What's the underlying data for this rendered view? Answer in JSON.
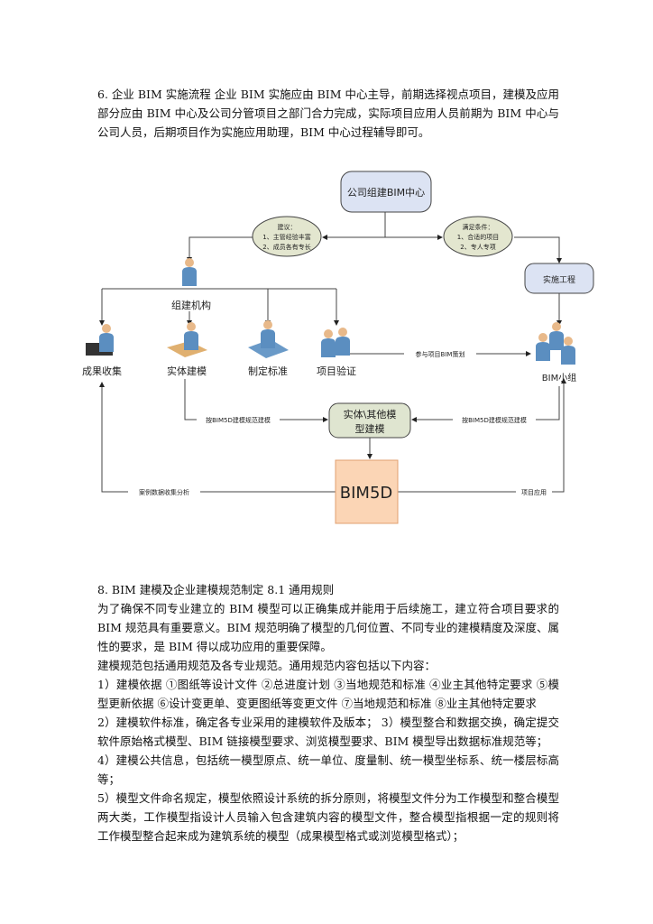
{
  "intro": {
    "text": "6. 企业 BIM 实施流程   企业 BIM 实施应由 BIM 中心主导，前期选择视点项目，建模及应用部分应由 BIM 中心及公司分管项目之部门合力完成，实际项目应用人员前期为 BIM 中心与公司人员，后期项目作为实施应用助理，BIM 中心过程辅导即可。"
  },
  "diagram": {
    "top_box": "公司组建BIM中心",
    "left_ellipse": [
      "建议：",
      "1、主管经验丰富",
      "2、成员各有专长"
    ],
    "right_ellipse": [
      "满足条件：",
      "1、合适的项目",
      "2、专人专项"
    ],
    "impl_box": "实施工程",
    "org_label": "组建机构",
    "nodes": [
      "成果收集",
      "实体建模",
      "制定标准",
      "项目验证"
    ],
    "bim_team": "BIM小组",
    "edge_planning": "参与项目BIM策划",
    "model_box": [
      "实体\\其他模",
      "型建模"
    ],
    "edge_left_model": "按BIM5D建模规范建模",
    "edge_right_model": "按BIM5D建模规范建模",
    "bim5d_box": "BIM5D",
    "edge_case": "案例数据收集分析",
    "edge_apply": "项目应用",
    "colors": {
      "top_box": "#dce3f3",
      "ellipse": "#e3e6cf",
      "model_box": "#dfe5d0",
      "bim5d_box": "#fbd5b5",
      "person": "#5b8ec0"
    }
  },
  "section8": {
    "lines": [
      "8. BIM 建模及企业建模规范制定  8.1 通用规则",
      "为了确保不同专业建立的 BIM 模型可以正确集成并能用于后续施工，建立符合项目要求的 BIM 规范具有重要意义。BIM 规范明确了模型的几何位置、不同专业的建模精度及深度、属性的要求，是 BIM 得以成功应用的重要保障。",
      "建模规范包括通用规范及各专业规范。通用规范内容包括以下内容：",
      "1）建模依据  ①图纸等设计文件  ②总进度计划  ③当地规范和标准  ④业主其他特定要求  ⑤模型更新依据  ⑥设计变更单、变更图纸等变更文件  ⑦当地规范和标准  ⑧业主其他特定要求",
      "2）建模软件标准，确定各专业采用的建模软件及版本；  3）模型整合和数据交换，确定提交软件原始格式模型、BIM 链接模型要求、浏览模型要求、BIM 模型导出数据标准规范等；",
      "4）建模公共信息，包括统一模型原点、统一单位、度量制、统一模型坐标系、统一楼层标高等；",
      "5）模型文件命名规定，模型依照设计系统的拆分原则，将模型文件分为工作模型和整合模型两大类，工作模型指设计人员输入包含建筑内容的模型文件，整合模型指根据一定的规则将工作模型整合起来成为建筑系统的模型（成果模型格式或浏览模型格式）；"
    ]
  }
}
